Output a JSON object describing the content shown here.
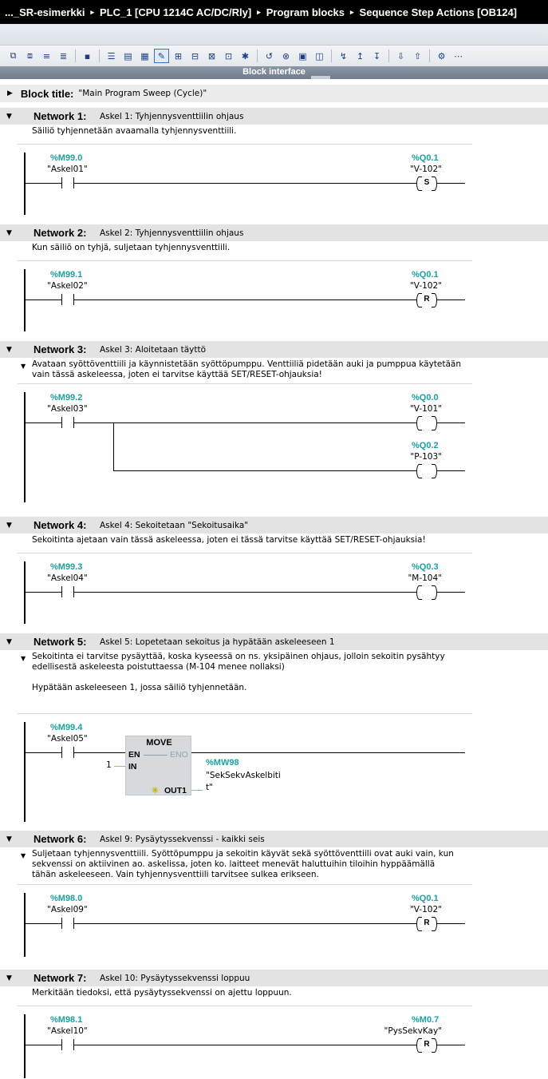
{
  "breadcrumb": {
    "items": [
      "..._SR-esimerkki",
      "PLC_1 [CPU 1214C AC/DC/Rly]",
      "Program blocks",
      "Sequence Step Actions [OB124]"
    ],
    "separator": "▸"
  },
  "block_interface_label": "Block interface",
  "block_title": {
    "label": "Block title:",
    "comment": "\"Main Program Sweep (Cycle)\""
  },
  "networks": [
    {
      "label": "Network 1:",
      "title": "Askel 1: Tyhjennysventtiilin ohjaus",
      "comment": [
        "Säiliö tyhjennetään avaamalla tyhjennysventtiili."
      ],
      "contact": {
        "addr": "%M99.0",
        "tag": "\"Askel01\""
      },
      "coils": [
        {
          "addr": "%Q0.1",
          "tag": "\"V-102\"",
          "type": "S"
        }
      ]
    },
    {
      "label": "Network 2:",
      "title": "Askel 2: Tyhjennysventtiilin ohjaus",
      "comment": [
        "Kun säiliö on tyhjä, suljetaan tyhjennysventtiili."
      ],
      "contact": {
        "addr": "%M99.1",
        "tag": "\"Askel02\""
      },
      "coils": [
        {
          "addr": "%Q0.1",
          "tag": "\"V-102\"",
          "type": "R"
        }
      ]
    },
    {
      "label": "Network 3:",
      "title": "Askel 3: Aloitetaan täyttö",
      "comment": [
        "Avataan syöttöventtiili ja käynnistetään syöttöpumppu. Venttiiliä pidetään auki ja pumppua käytetään",
        "vain tässä askeleessa, joten ei tarvitse käyttää SET/RESET-ohjauksia!"
      ],
      "contact": {
        "addr": "%M99.2",
        "tag": "\"Askel03\""
      },
      "coils": [
        {
          "addr": "%Q0.0",
          "tag": "\"V-101\"",
          "type": ""
        },
        {
          "addr": "%Q0.2",
          "tag": "\"P-103\"",
          "type": ""
        }
      ]
    },
    {
      "label": "Network 4:",
      "title": "Askel 4: Sekoitetaan \"Sekoitusaika\"",
      "comment": [
        "Sekoitinta ajetaan vain tässä askeleessa, joten ei tässä tarvitse käyttää SET/RESET-ohjauksia!"
      ],
      "contact": {
        "addr": "%M99.3",
        "tag": "\"Askel04\""
      },
      "coils": [
        {
          "addr": "%Q0.3",
          "tag": "\"M-104\"",
          "type": ""
        }
      ]
    },
    {
      "label": "Network 5:",
      "title": "Askel 5: Lopetetaan sekoitus ja hypätään askeleeseen 1",
      "comment": [
        "Sekoitinta ei tarvitse pysäyttää, koska kyseessä on ns. yksipäinen ohjaus, jolloin sekoitin pysähtyy",
        "edellisestä askeleesta poistuttaessa (M-104 menee nollaksi)",
        "",
        "Hypätään askeleeseen 1, jossa säiliö tyhjennetään."
      ],
      "contact": {
        "addr": "%M99.4",
        "tag": "\"Askel05\""
      },
      "move": {
        "title": "MOVE",
        "en": "EN",
        "eno": "ENO",
        "in": "IN",
        "out": "OUT1",
        "in_value": "1",
        "out_addr": "%MW98",
        "out_tag_1": "\"SekSekvAskelbiti",
        "out_tag_2": "t\""
      }
    },
    {
      "label": "Network 6:",
      "title": "Askel 9: Pysäytyssekvenssi - kaikki seis",
      "comment": [
        "Suljetaan tyhjennysventtiili. Syöttöpumppu ja sekoitin käyvät sekä syöttöventtiili ovat auki vain, kun",
        "sekvenssi on aktiivinen ao. askelissa, joten ko. laitteet menevät haluttuihin tiloihin hyppäämällä",
        "tähän askeleeseen. Vain tyhjennysventtiili tarvitsee sulkea erikseen."
      ],
      "contact": {
        "addr": "%M98.0",
        "tag": "\"Askel09\""
      },
      "coils": [
        {
          "addr": "%Q0.1",
          "tag": "\"V-102\"",
          "type": "R"
        }
      ]
    },
    {
      "label": "Network 7:",
      "title": "Askel 10: Pysäytyssekvenssi loppuu",
      "comment": [
        "Merkitään tiedoksi, että pysäytyssekvenssi on ajettu loppuun."
      ],
      "contact": {
        "addr": "%M98.1",
        "tag": "\"Askel10\""
      },
      "coils": [
        {
          "addr": "%M0.7",
          "tag": "\"PysSekvKay\"",
          "type": "R"
        }
      ]
    }
  ]
}
